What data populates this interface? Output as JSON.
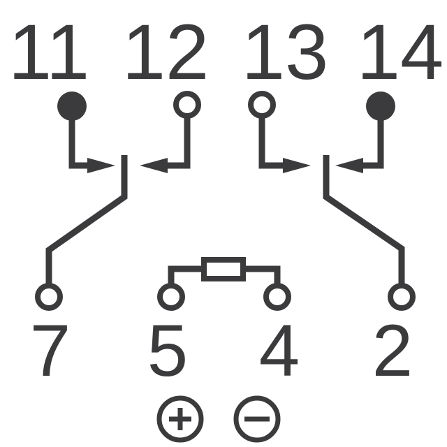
{
  "top_pins": [
    "11",
    "12",
    "13",
    "14"
  ],
  "bottom_pins": [
    "7",
    "5",
    "4",
    "2"
  ],
  "polarity": {
    "plus": "+",
    "minus": "−"
  },
  "colors": {
    "ink": "#3b3b3d",
    "background": "#ffffff"
  }
}
